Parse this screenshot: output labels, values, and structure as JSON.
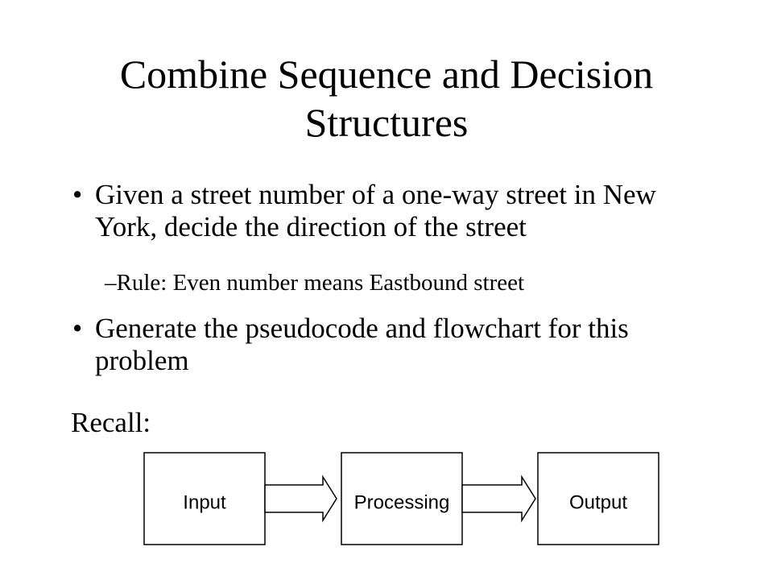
{
  "slide": {
    "title_line1": "Combine Sequence and Decision",
    "title_line2": "Structures",
    "bullets": [
      {
        "text": "Given a street number of a one-way street in New York, decide the direction of the street",
        "sub": "Rule: Even number means Eastbound street"
      },
      {
        "text": "Generate the pseudocode and flowchart for this problem"
      }
    ],
    "recall_label": "Recall:"
  },
  "diagram": {
    "nodes": [
      "Input",
      "Processing",
      "Output"
    ]
  }
}
